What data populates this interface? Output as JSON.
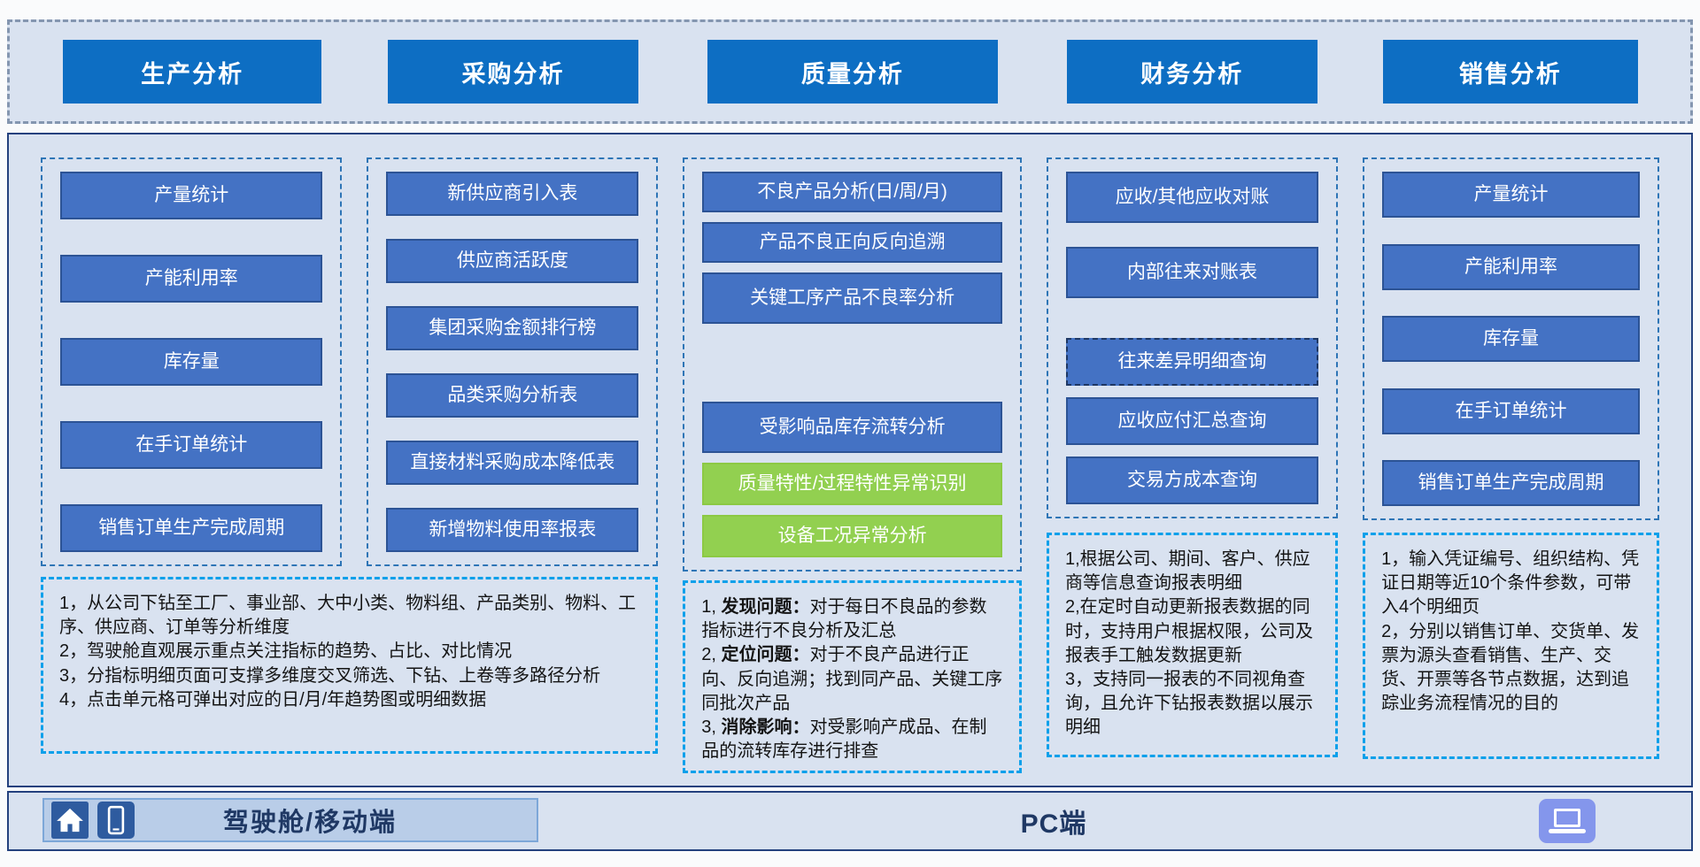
{
  "headers": [
    {
      "id": "production",
      "label": "生产分析"
    },
    {
      "id": "procurement",
      "label": "采购分析"
    },
    {
      "id": "quality",
      "label": "质量分析"
    },
    {
      "id": "finance",
      "label": "财务分析"
    },
    {
      "id": "sales",
      "label": "销售分析"
    }
  ],
  "columns": [
    {
      "id": "production",
      "buttons": [
        {
          "label": "产量统计",
          "variant": "blue"
        },
        {
          "label": "产能利用率",
          "variant": "blue"
        },
        {
          "label": "库存量",
          "variant": "blue"
        },
        {
          "label": "在手订单统计",
          "variant": "blue"
        },
        {
          "label": "销售订单生产完成周期",
          "variant": "blue"
        }
      ]
    },
    {
      "id": "procurement",
      "buttons": [
        {
          "label": "新供应商引入表",
          "variant": "blue"
        },
        {
          "label": "供应商活跃度",
          "variant": "blue"
        },
        {
          "label": "集团采购金额排行榜",
          "variant": "blue"
        },
        {
          "label": "品类采购分析表",
          "variant": "blue"
        },
        {
          "label": "直接材料采购成本降低表",
          "variant": "blue"
        },
        {
          "label": "新增物料使用率报表",
          "variant": "blue"
        }
      ]
    },
    {
      "id": "quality",
      "buttons": [
        {
          "label": "不良产品分析(日/周/月)",
          "variant": "blue"
        },
        {
          "label": "产品不良正向反向追溯",
          "variant": "blue"
        },
        {
          "label": "关键工序产品不良率分析",
          "variant": "blue"
        },
        {
          "label": "受影响品库存流转分析",
          "variant": "blue",
          "gap_before": true
        },
        {
          "label": "质量特性/过程特性异常识别",
          "variant": "green"
        },
        {
          "label": "设备工况异常分析",
          "variant": "green"
        }
      ]
    },
    {
      "id": "finance",
      "buttons": [
        {
          "label": "应收/其他应收对账",
          "variant": "blue"
        },
        {
          "label": "内部往来对账表",
          "variant": "blue"
        },
        {
          "label": "往来差异明细查询",
          "variant": "blue-dashed",
          "gap_before": true
        },
        {
          "label": "应收应付汇总查询",
          "variant": "blue"
        },
        {
          "label": "交易方成本查询",
          "variant": "blue"
        }
      ]
    },
    {
      "id": "sales",
      "buttons": [
        {
          "label": "产量统计",
          "variant": "blue"
        },
        {
          "label": "产能利用率",
          "variant": "blue"
        },
        {
          "label": "库存量",
          "variant": "blue"
        },
        {
          "label": "在手订单统计",
          "variant": "blue"
        },
        {
          "label": "销售订单生产完成周期",
          "variant": "blue"
        }
      ]
    }
  ],
  "notes": [
    {
      "id": "prod-proc",
      "lines": [
        [
          {
            "t": "1，从公司下钻至工厂、事业部、大中小类、物料组、产品类别、物料、工序、供应商、订单等分析维度"
          }
        ],
        [
          {
            "t": "2，驾驶舱直观展示重点关注指标的趋势、占比、对比情况"
          }
        ],
        [
          {
            "t": "3，分指标明细页面可支撑多维度交叉筛选、下钻、上卷等多路径分析"
          }
        ],
        [
          {
            "t": "4，点击单元格可弹出对应的日/月/年趋势图或明细数据"
          }
        ]
      ]
    },
    {
      "id": "quality",
      "lines": [
        [
          {
            "t": "1, "
          },
          {
            "t": "发现问题：",
            "b": true
          },
          {
            "t": "对于每日不良品的参数指标进行不良分析及汇总"
          }
        ],
        [
          {
            "t": "2, "
          },
          {
            "t": "定位问题：",
            "b": true
          },
          {
            "t": "对于不良产品进行正向、反向追溯；找到同产品、关键工序同批次产品"
          }
        ],
        [
          {
            "t": "3, "
          },
          {
            "t": "消除影响：",
            "b": true
          },
          {
            "t": "对受影响产成品、在制品的流转库存进行排查"
          }
        ]
      ]
    },
    {
      "id": "finance",
      "lines": [
        [
          {
            "t": "1,根据公司、期间、客户、供应商等信息查询报表明细"
          }
        ],
        [
          {
            "t": "2,在定时自动更新报表数据的同时，支持用户根据权限，公司及报表手工触发数据更新"
          }
        ],
        [
          {
            "t": "3，支持同一报表的不同视角查询，且允许下钻报表数据以展示明细"
          }
        ]
      ]
    },
    {
      "id": "sales",
      "lines": [
        [
          {
            "t": "1，输入凭证编号、组织结构、凭证日期等近10个条件参数，可带入4个明细页"
          }
        ],
        [
          {
            "t": "2，分别以销售订单、交货单、发票为源头查看销售、生产、交货、开票等各节点数据，达到追踪业务流程情况的目的"
          }
        ]
      ]
    }
  ],
  "footer": {
    "mobile_label": "驾驶舱/移动端",
    "pc_label": "PC端",
    "icons": [
      "home-icon",
      "smartphone-icon",
      "laptop-icon"
    ]
  },
  "colors": {
    "header_blue": "#0d6ec3",
    "report_box_blue": "#4472c4",
    "report_box_border": "#2c5395",
    "highlight_green": "#92d050",
    "panel_bg": "#d9e2f0",
    "panel_border": "#24417e",
    "group_dash_border": "#2e75b6",
    "note_dash_border": "#0ca0ea",
    "footer_text_navy": "#1f3864"
  }
}
